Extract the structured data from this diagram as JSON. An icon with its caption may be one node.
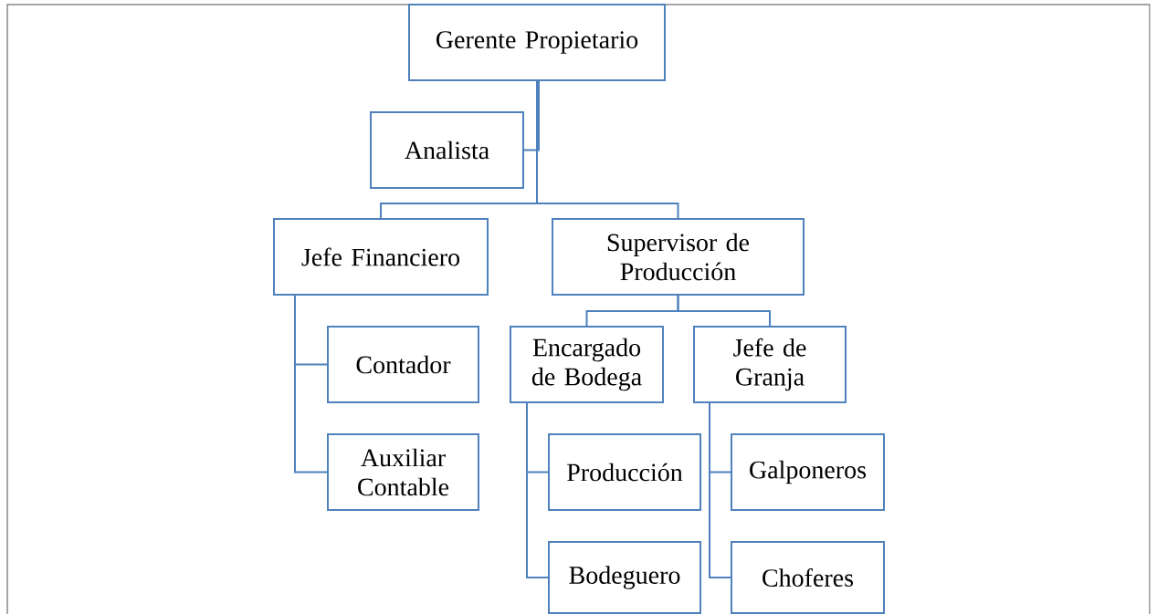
{
  "diagram": {
    "nodes": [
      {
        "text": [
          "Gerente Propietario"
        ]
      },
      {
        "text": [
          "Analista"
        ]
      },
      {
        "text": [
          "Jefe Financiero"
        ]
      },
      {
        "text": [
          "Supervisor de Producción"
        ]
      },
      {
        "text": [
          "Contador"
        ]
      },
      {
        "text": [
          "Auxiliar Contable"
        ]
      },
      {
        "text": [
          "Encargado de Bodega"
        ]
      },
      {
        "text": [
          "Jefe de Granja"
        ]
      },
      {
        "text": [
          "Producción"
        ]
      },
      {
        "text": [
          "Bodeguero"
        ]
      },
      {
        "text": [
          "Galponeros"
        ]
      },
      {
        "text": [
          "Choferes"
        ]
      }
    ],
    "edges": [
      {
        "from": 0,
        "to": 1,
        "arrow": "none"
      },
      {
        "from": 0,
        "to": 2,
        "arrow": "none"
      },
      {
        "from": 0,
        "to": 3,
        "arrow": "none"
      },
      {
        "from": 2,
        "to": 4,
        "arrow": "none"
      },
      {
        "from": 2,
        "to": 5,
        "arrow": "none"
      },
      {
        "from": 3,
        "to": 6,
        "arrow": "none"
      },
      {
        "from": 3,
        "to": 7,
        "arrow": "none"
      },
      {
        "from": 6,
        "to": 8,
        "arrow": "none"
      },
      {
        "from": 6,
        "to": 9,
        "arrow": "none"
      },
      {
        "from": 7,
        "to": 10,
        "arrow": "none"
      },
      {
        "from": 7,
        "to": 11,
        "arrow": "none"
      }
    ]
  }
}
